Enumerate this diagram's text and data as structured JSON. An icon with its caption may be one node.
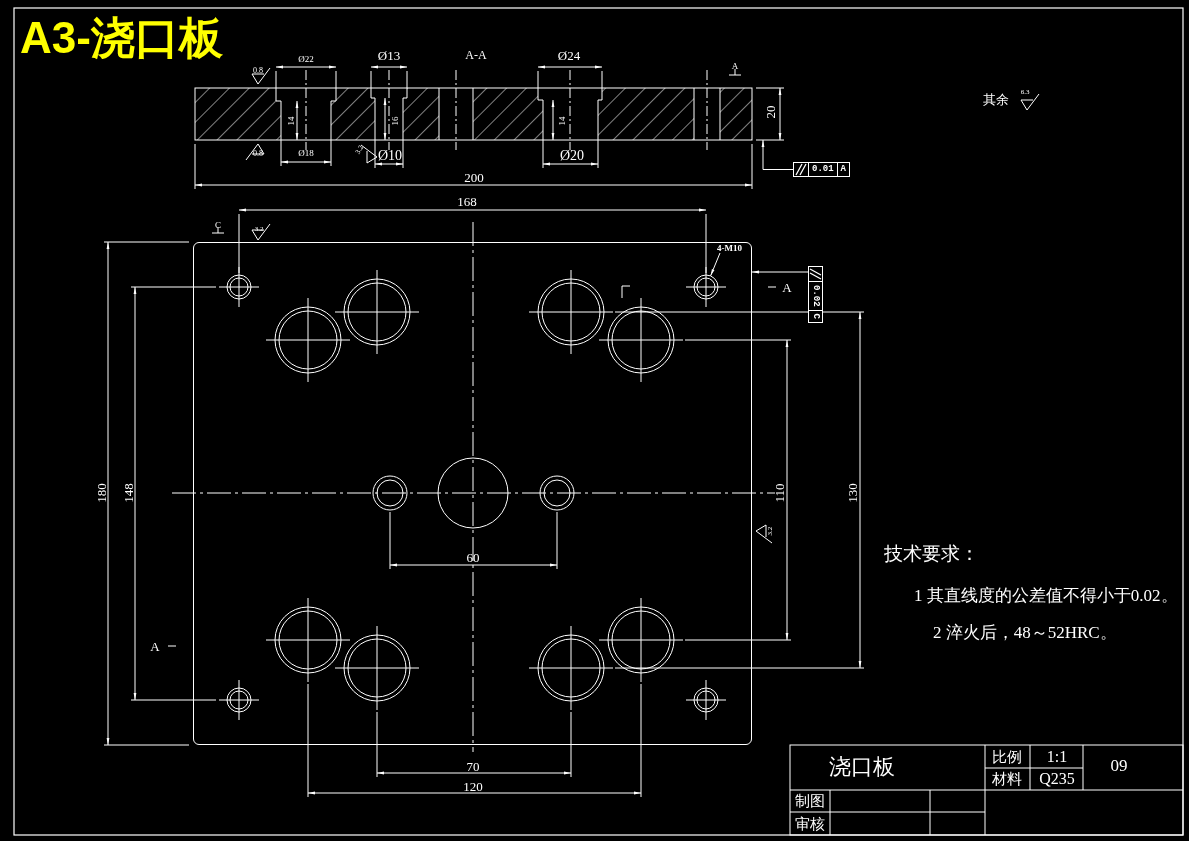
{
  "diagram": {
    "title": "A3-浇口板",
    "nodes": [
      {
        "text": [
          "4-M10"
        ],
        "in": 5
      },
      {
        "text": [],
        "shape": "circle",
        "in": 5
      },
      {
        "text": [
          "0.01",
          "A"
        ]
      },
      {
        "text": [
          "0.02",
          "C"
        ]
      },
      {
        "text": [],
        "shape": "box"
      },
      {
        "text": [],
        "shape": "box"
      }
    ],
    "edges": [
      {
        "from": 0,
        "to": 1,
        "arrow": "to"
      },
      {
        "from": 2,
        "to": 4,
        "arrow": "to"
      },
      {
        "from": 3,
        "to": 5,
        "arrow": "to"
      }
    ],
    "labels": [
      "Ø22",
      "0.8",
      "Ø13",
      "A-A",
      "Ø24",
      "A",
      "其余",
      "6.3",
      "14",
      "16",
      "14",
      "20",
      "0.8",
      "Ø18",
      "3.2",
      "Ø10",
      "Ø20",
      "200",
      "168",
      "C",
      "3.2",
      "A",
      "180",
      "148",
      "110",
      "130",
      "3.2",
      "60",
      "A",
      "技术要求：",
      "1 其直线度的公差值不得小于0.02。",
      "2 淬火后，48～52HRC。",
      "70",
      "120",
      "浇口板",
      "比例",
      "1:1",
      "09",
      "材料",
      "Q235",
      "制图",
      "审核"
    ]
  }
}
